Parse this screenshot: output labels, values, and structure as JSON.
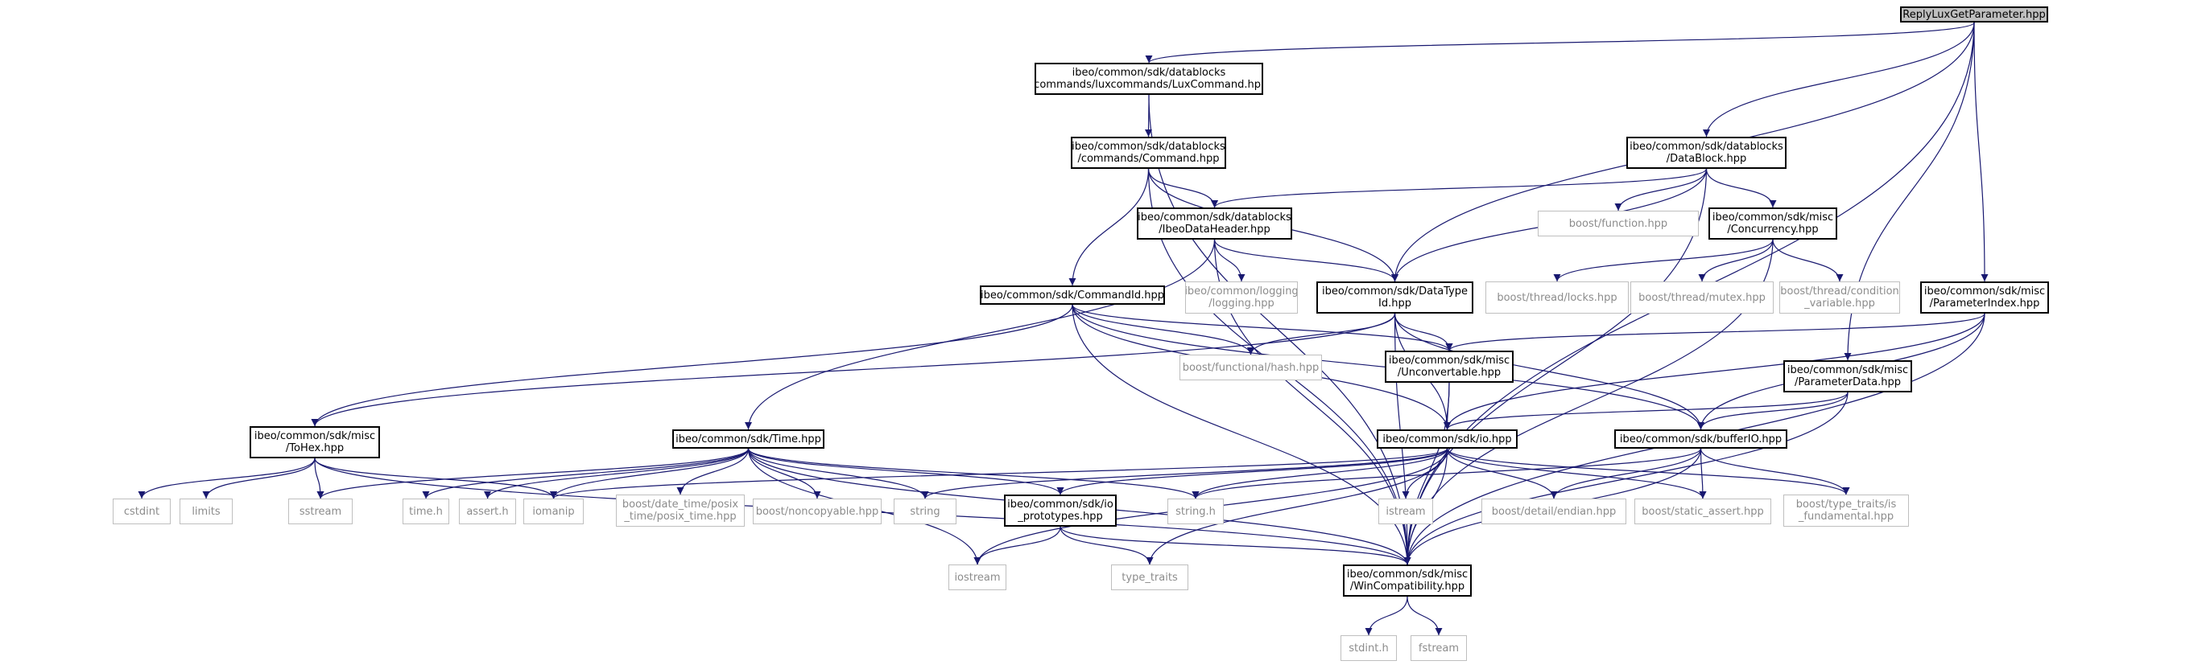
{
  "title": "ReplyLuxGetParameter.hpp",
  "colors": {
    "edge": "#191970",
    "project_border": "#000000",
    "external_border": "#bfbfbf",
    "external_text": "#8c8c8c",
    "root_fill": "#bfbfbf"
  },
  "nodes": {
    "root": {
      "label": "ReplyLuxGetParameter.hpp"
    },
    "luxcommand": {
      "label": "ibeo/common/sdk/datablocks\n/commands/luxcommands/LuxCommand.hpp"
    },
    "command": {
      "label": "ibeo/common/sdk/datablocks\n/commands/Command.hpp"
    },
    "datablock": {
      "label": "ibeo/common/sdk/datablocks\n/DataBlock.hpp"
    },
    "ibeodataheader": {
      "label": "ibeo/common/sdk/datablocks\n/IbeoDataHeader.hpp"
    },
    "boostfunction": {
      "label": "boost/function.hpp"
    },
    "concurrency": {
      "label": "ibeo/common/sdk/misc\n/Concurrency.hpp"
    },
    "logging": {
      "label": "ibeo/common/logging\n/logging.hpp"
    },
    "commandid": {
      "label": "ibeo/common/sdk/CommandId.hpp"
    },
    "datatypeid": {
      "label": "ibeo/common/sdk/DataType\nId.hpp"
    },
    "locks": {
      "label": "boost/thread/locks.hpp"
    },
    "mutex": {
      "label": "boost/thread/mutex.hpp"
    },
    "condvar": {
      "label": "boost/thread/condition\n_variable.hpp"
    },
    "parameterindex": {
      "label": "ibeo/common/sdk/misc\n/ParameterIndex.hpp"
    },
    "hash": {
      "label": "boost/functional/hash.hpp"
    },
    "unconvertable": {
      "label": "ibeo/common/sdk/misc\n/Unconvertable.hpp"
    },
    "parameterdata": {
      "label": "ibeo/common/sdk/misc\n/ParameterData.hpp"
    },
    "tohex": {
      "label": "ibeo/common/sdk/misc\n/ToHex.hpp"
    },
    "time": {
      "label": "ibeo/common/sdk/Time.hpp"
    },
    "io": {
      "label": "ibeo/common/sdk/io.hpp"
    },
    "bufferio": {
      "label": "ibeo/common/sdk/bufferIO.hpp"
    },
    "cstdint": {
      "label": "cstdint"
    },
    "limits": {
      "label": "limits"
    },
    "sstream": {
      "label": "sstream"
    },
    "timeh": {
      "label": "time.h"
    },
    "asserth": {
      "label": "assert.h"
    },
    "iomanip": {
      "label": "iomanip"
    },
    "posixtime": {
      "label": "boost/date_time/posix\n_time/posix_time.hpp"
    },
    "noncopyable": {
      "label": "boost/noncopyable.hpp"
    },
    "string": {
      "label": "string"
    },
    "ioprototypes": {
      "label": "ibeo/common/sdk/io\n_prototypes.hpp"
    },
    "stringh": {
      "label": "string.h"
    },
    "istream": {
      "label": "istream"
    },
    "endian": {
      "label": "boost/detail/endian.hpp"
    },
    "staticassert": {
      "label": "boost/static_assert.hpp"
    },
    "isfundamental": {
      "label": "boost/type_traits/is\n_fundamental.hpp"
    },
    "iostream": {
      "label": "iostream"
    },
    "typetraits": {
      "label": "type_traits"
    },
    "wincompat": {
      "label": "ibeo/common/sdk/misc\n/WinCompatibility.hpp"
    },
    "stdinth": {
      "label": "stdint.h"
    },
    "fstream": {
      "label": "fstream"
    }
  },
  "edges": [
    [
      "root",
      "luxcommand"
    ],
    [
      "root",
      "datablock"
    ],
    [
      "root",
      "datatypeid"
    ],
    [
      "root",
      "parameterindex"
    ],
    [
      "root",
      "parameterdata"
    ],
    [
      "root",
      "wincompat"
    ],
    [
      "luxcommand",
      "command"
    ],
    [
      "luxcommand",
      "wincompat"
    ],
    [
      "command",
      "ibeodataheader"
    ],
    [
      "command",
      "commandid"
    ],
    [
      "command",
      "datatypeid"
    ],
    [
      "command",
      "wincompat"
    ],
    [
      "datablock",
      "ibeodataheader"
    ],
    [
      "datablock",
      "boostfunction"
    ],
    [
      "datablock",
      "concurrency"
    ],
    [
      "datablock",
      "datatypeid"
    ],
    [
      "datablock",
      "wincompat"
    ],
    [
      "ibeodataheader",
      "logging"
    ],
    [
      "ibeodataheader",
      "datatypeid"
    ],
    [
      "ibeodataheader",
      "time"
    ],
    [
      "ibeodataheader",
      "wincompat"
    ],
    [
      "concurrency",
      "locks"
    ],
    [
      "concurrency",
      "mutex"
    ],
    [
      "concurrency",
      "condvar"
    ],
    [
      "concurrency",
      "wincompat"
    ],
    [
      "commandid",
      "tohex"
    ],
    [
      "commandid",
      "hash"
    ],
    [
      "commandid",
      "unconvertable"
    ],
    [
      "commandid",
      "io"
    ],
    [
      "commandid",
      "bufferio"
    ],
    [
      "commandid",
      "wincompat"
    ],
    [
      "datatypeid",
      "hash"
    ],
    [
      "datatypeid",
      "unconvertable"
    ],
    [
      "datatypeid",
      "io"
    ],
    [
      "datatypeid",
      "bufferio"
    ],
    [
      "datatypeid",
      "tohex"
    ],
    [
      "datatypeid",
      "wincompat"
    ],
    [
      "parameterindex",
      "unconvertable"
    ],
    [
      "parameterindex",
      "io"
    ],
    [
      "parameterindex",
      "bufferio"
    ],
    [
      "parameterindex",
      "wincompat"
    ],
    [
      "parameterdata",
      "io"
    ],
    [
      "parameterdata",
      "bufferio"
    ],
    [
      "parameterdata",
      "wincompat"
    ],
    [
      "unconvertable",
      "io"
    ],
    [
      "unconvertable",
      "wincompat"
    ],
    [
      "tohex",
      "cstdint"
    ],
    [
      "tohex",
      "limits"
    ],
    [
      "tohex",
      "sstream"
    ],
    [
      "tohex",
      "iomanip"
    ],
    [
      "tohex",
      "wincompat"
    ],
    [
      "time",
      "sstream"
    ],
    [
      "time",
      "timeh"
    ],
    [
      "time",
      "asserth"
    ],
    [
      "time",
      "iomanip"
    ],
    [
      "time",
      "posixtime"
    ],
    [
      "time",
      "noncopyable"
    ],
    [
      "time",
      "string"
    ],
    [
      "time",
      "ioprototypes"
    ],
    [
      "time",
      "stringh"
    ],
    [
      "time",
      "wincompat"
    ],
    [
      "time",
      "iostream"
    ],
    [
      "io",
      "iomanip"
    ],
    [
      "io",
      "string"
    ],
    [
      "io",
      "ioprototypes"
    ],
    [
      "io",
      "stringh"
    ],
    [
      "io",
      "istream"
    ],
    [
      "io",
      "endian"
    ],
    [
      "io",
      "staticassert"
    ],
    [
      "io",
      "isfundamental"
    ],
    [
      "io",
      "typetraits"
    ],
    [
      "io",
      "iostream"
    ],
    [
      "io",
      "wincompat"
    ],
    [
      "bufferio",
      "stringh"
    ],
    [
      "bufferio",
      "endian"
    ],
    [
      "bufferio",
      "staticassert"
    ],
    [
      "bufferio",
      "isfundamental"
    ],
    [
      "bufferio",
      "wincompat"
    ],
    [
      "ioprototypes",
      "iostream"
    ],
    [
      "ioprototypes",
      "typetraits"
    ],
    [
      "ioprototypes",
      "wincompat"
    ],
    [
      "wincompat",
      "stdinth"
    ],
    [
      "wincompat",
      "fstream"
    ]
  ]
}
